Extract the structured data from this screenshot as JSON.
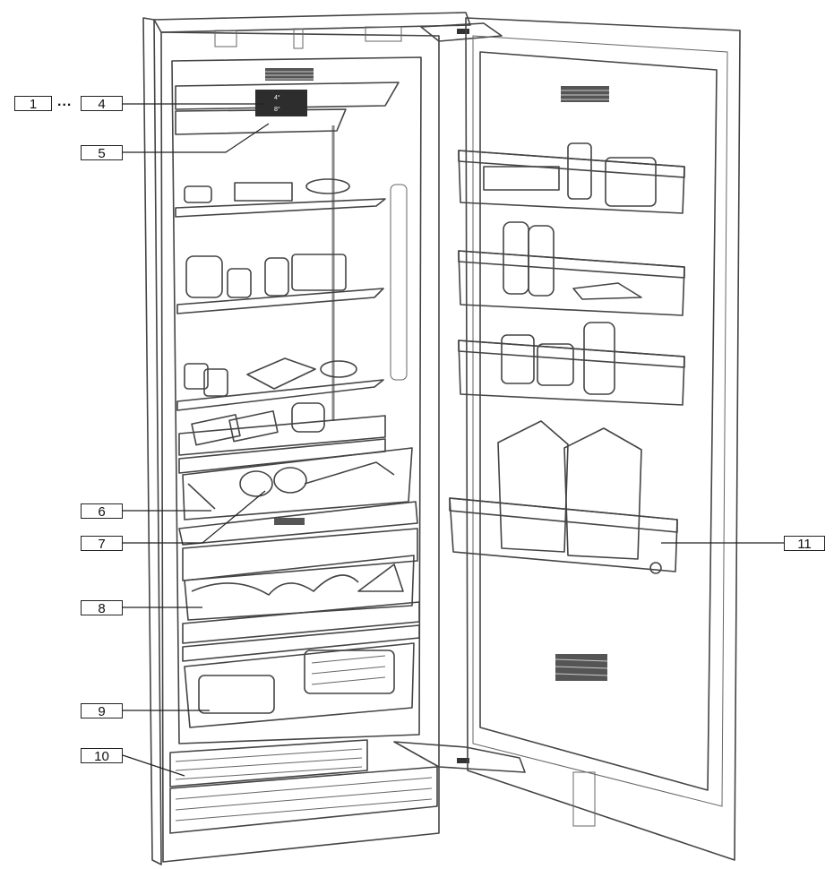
{
  "callouts": {
    "c1": "1",
    "ellipsis": "...",
    "c4": "4",
    "c5": "5",
    "c6": "6",
    "c7": "7",
    "c8": "8",
    "c9": "9",
    "c10": "10",
    "c11": "11"
  },
  "display": {
    "temp_top": "4°",
    "temp_bottom": "8°"
  }
}
